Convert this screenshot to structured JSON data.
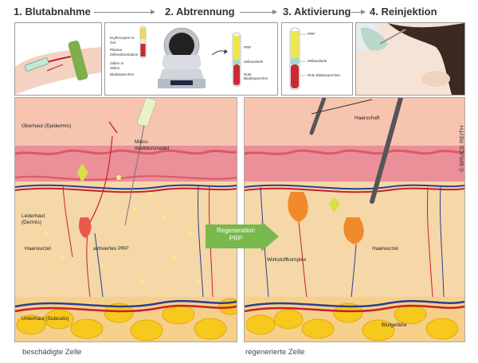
{
  "steps": [
    {
      "title": "1. Blutabnahme"
    },
    {
      "title": "2. Abtrennung"
    },
    {
      "title": "3. Aktivierung"
    },
    {
      "title": "4. Reinjektion"
    }
  ],
  "panel2": {
    "labels": [
      "Erythrozyten m.",
      "Gel",
      "Plasma",
      "Zellsedimentation",
      "Zellen m",
      "Zellen",
      "Blutkörperchen"
    ],
    "tube_labels": [
      "PRP",
      "Zellausläufe",
      "Rote Blutkörperchen"
    ]
  },
  "panel3": {
    "labels": [
      "PRP",
      "Zellausläufe",
      "Rote Blutkörperchen"
    ]
  },
  "left_diagram": {
    "labels": {
      "oberhaut": "Oberhaut (Epidermis)",
      "needle": "Mikro-Injektionsnadel",
      "lederhaut": "Lederhaut (Dermis)",
      "haarwurzel": "Haarwurzel",
      "prp": "aktiviertes PRP",
      "unterhaut": "Unterhaut (Subcutis)"
    },
    "caption": "beschädigte Zelle"
  },
  "right_diagram": {
    "labels": {
      "haarschaft": "Haarschaft",
      "wirkstoff": "Wirkstoffkomplex",
      "haarwurzel": "Haarwurzel",
      "blutgefaesse": "Blutgefäße"
    },
    "caption": "regenerierte Zelle"
  },
  "regeneration": {
    "line1": "Regeneration",
    "line2": "PRP"
  },
  "copyright": "© BRUCE REITH",
  "colors": {
    "epidermis": "#f6c2c2",
    "epidermis_cells": "#e86f7a",
    "dermis": "#f5d7a8",
    "fat": "#f7c81e",
    "blood_red": "#d4222b",
    "vessel_blue": "#2a3f8f",
    "arrow_green": "#79b84c"
  }
}
